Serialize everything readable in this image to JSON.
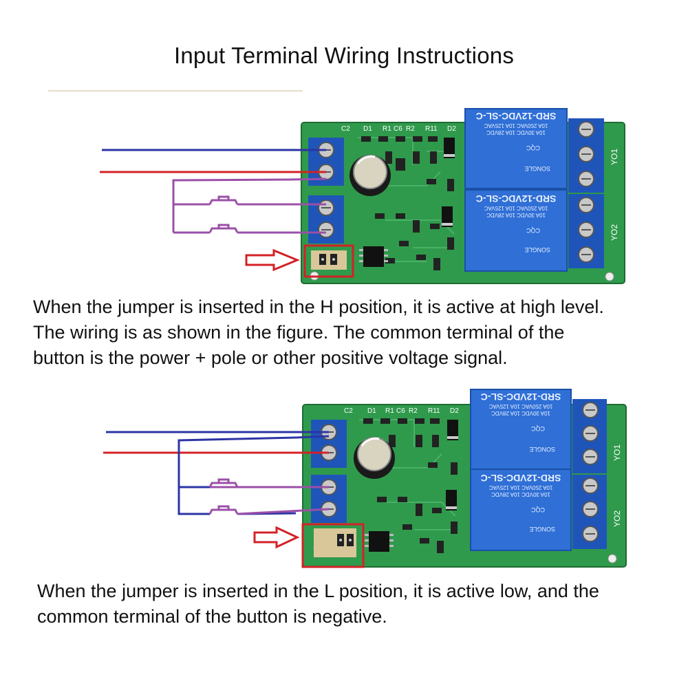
{
  "title": "Input Terminal Wiring Instructions",
  "board": {
    "silkscreen_top": [
      "C2",
      "D1",
      "R1",
      "C6",
      "R2",
      "R11",
      "D2"
    ],
    "relay_model": "SRD-12VDC-SL-C",
    "relay_ratings": [
      "10A 250VAC  10A 125VAC",
      "10A 30VDC  10A 28VDC"
    ],
    "relay_brand": "SONGLE",
    "cqc": "CQC",
    "outputs": [
      "YO1",
      "YO2"
    ]
  },
  "captions": {
    "top": "When the jumper is inserted in the H position, it is active at high level.\nThe wiring is as shown in the figure. The common terminal of the\nbutton is the power + pole or other positive voltage signal.",
    "bottom": "When the jumper is inserted in the L position, it is active low, and the\ncommon terminal of the button is negative."
  },
  "colors": {
    "pcb_green": "#2f9a4c",
    "terminal_blue": "#1f55b8",
    "relay_blue": "#2f6fd6",
    "wire_blue": "#2c34a6",
    "wire_red": "#d32127",
    "wire_purple": "#9b4fa8",
    "highlight_red": "#d32127"
  }
}
